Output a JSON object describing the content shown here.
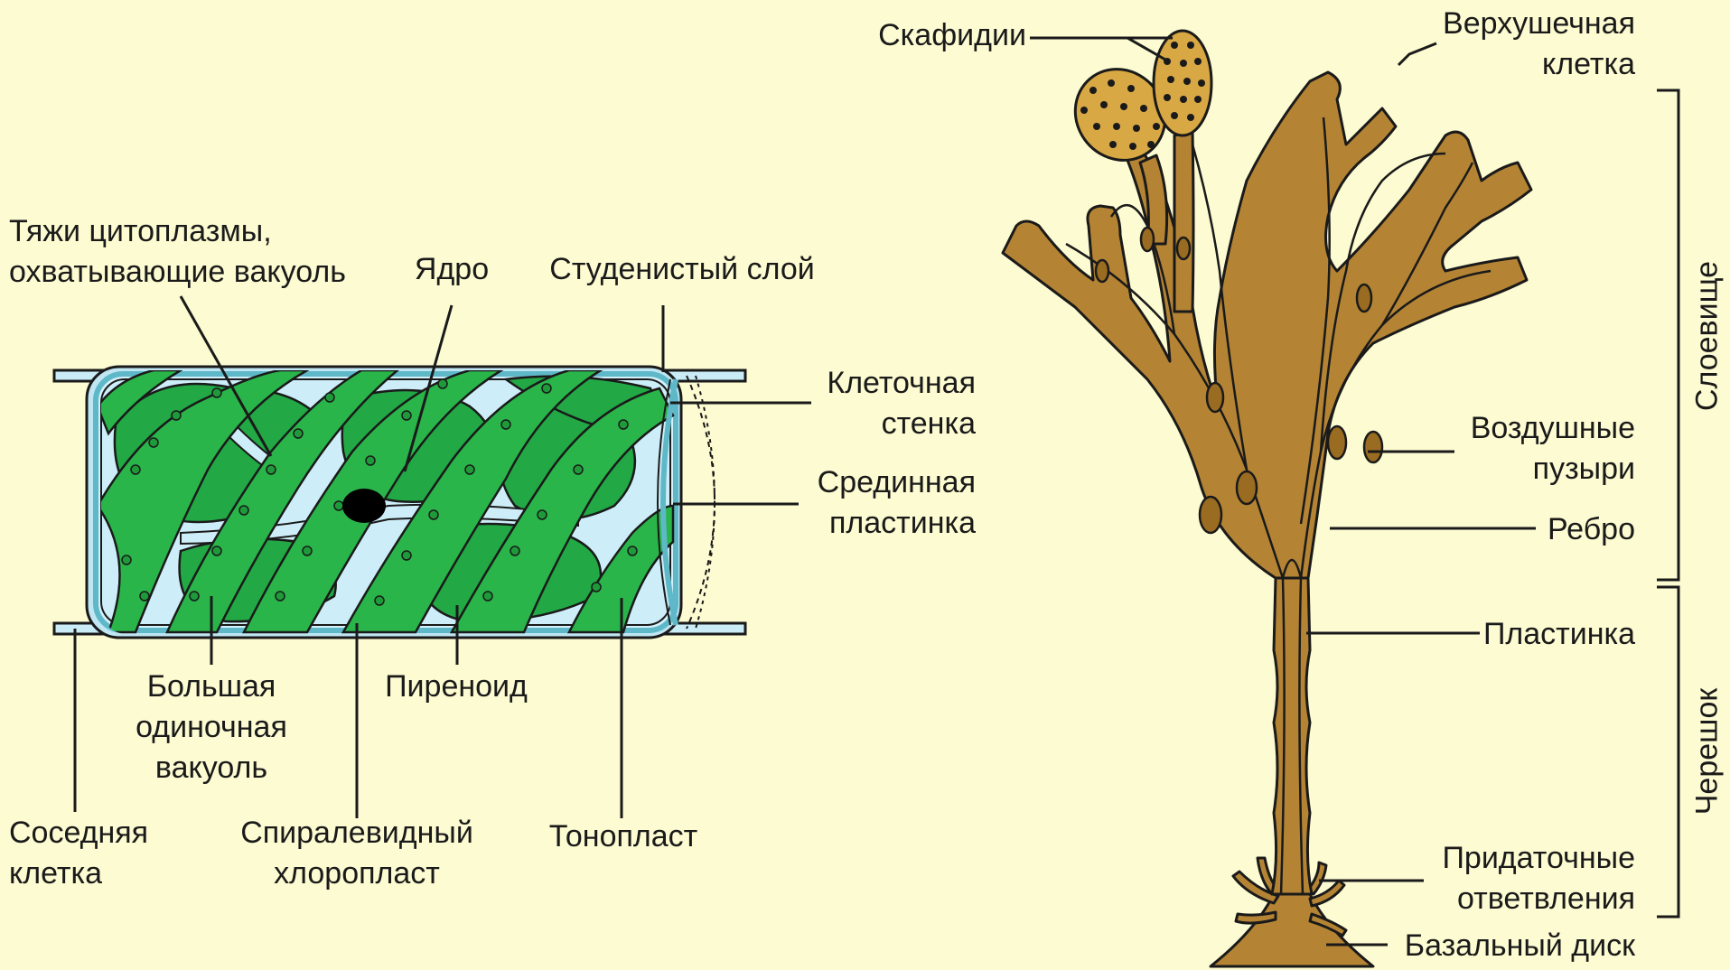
{
  "spirogyra": {
    "strands": "Тяжи цитоплазмы,\nохватывающие вакуоль",
    "nucleus": "Ядро",
    "gelatinous_layer": "Студенистый слой",
    "cell_wall": "Клеточная\nстенка",
    "middle_lamella": "Срединная\nпластинка",
    "vacuole": "Большая\nодиночная\nвакуоль",
    "pyrenoid": "Пиреноид",
    "neighbor_cell": "Соседняя\nклетка",
    "chloroplast": "Спиралевидный\nхлоропласт",
    "tonoplast": "Тонопласт"
  },
  "fucus": {
    "scaphidia": "Скафидии",
    "apical_cell": "Верхушечная\nклетка",
    "air_bladders": "Воздушные\nпузыри",
    "midrib": "Ребро",
    "blade": "Пластинка",
    "adventitious": "Придаточные\nответвления",
    "basal_disc": "Базальный диск",
    "thallus": "Слоевище",
    "stipe": "Черешок"
  },
  "colors": {
    "background": "#fdfbd1",
    "cell_fill": "#c9ecf6",
    "cell_wall": "#5fb8c8",
    "chloroplast": "#2ab54a",
    "chloroplast_dark": "#1e9a3a",
    "vacuole": "#22a845",
    "algae": "#b48434",
    "algae_midrib": "#9a6c22",
    "outline": "#1a1a1a"
  }
}
